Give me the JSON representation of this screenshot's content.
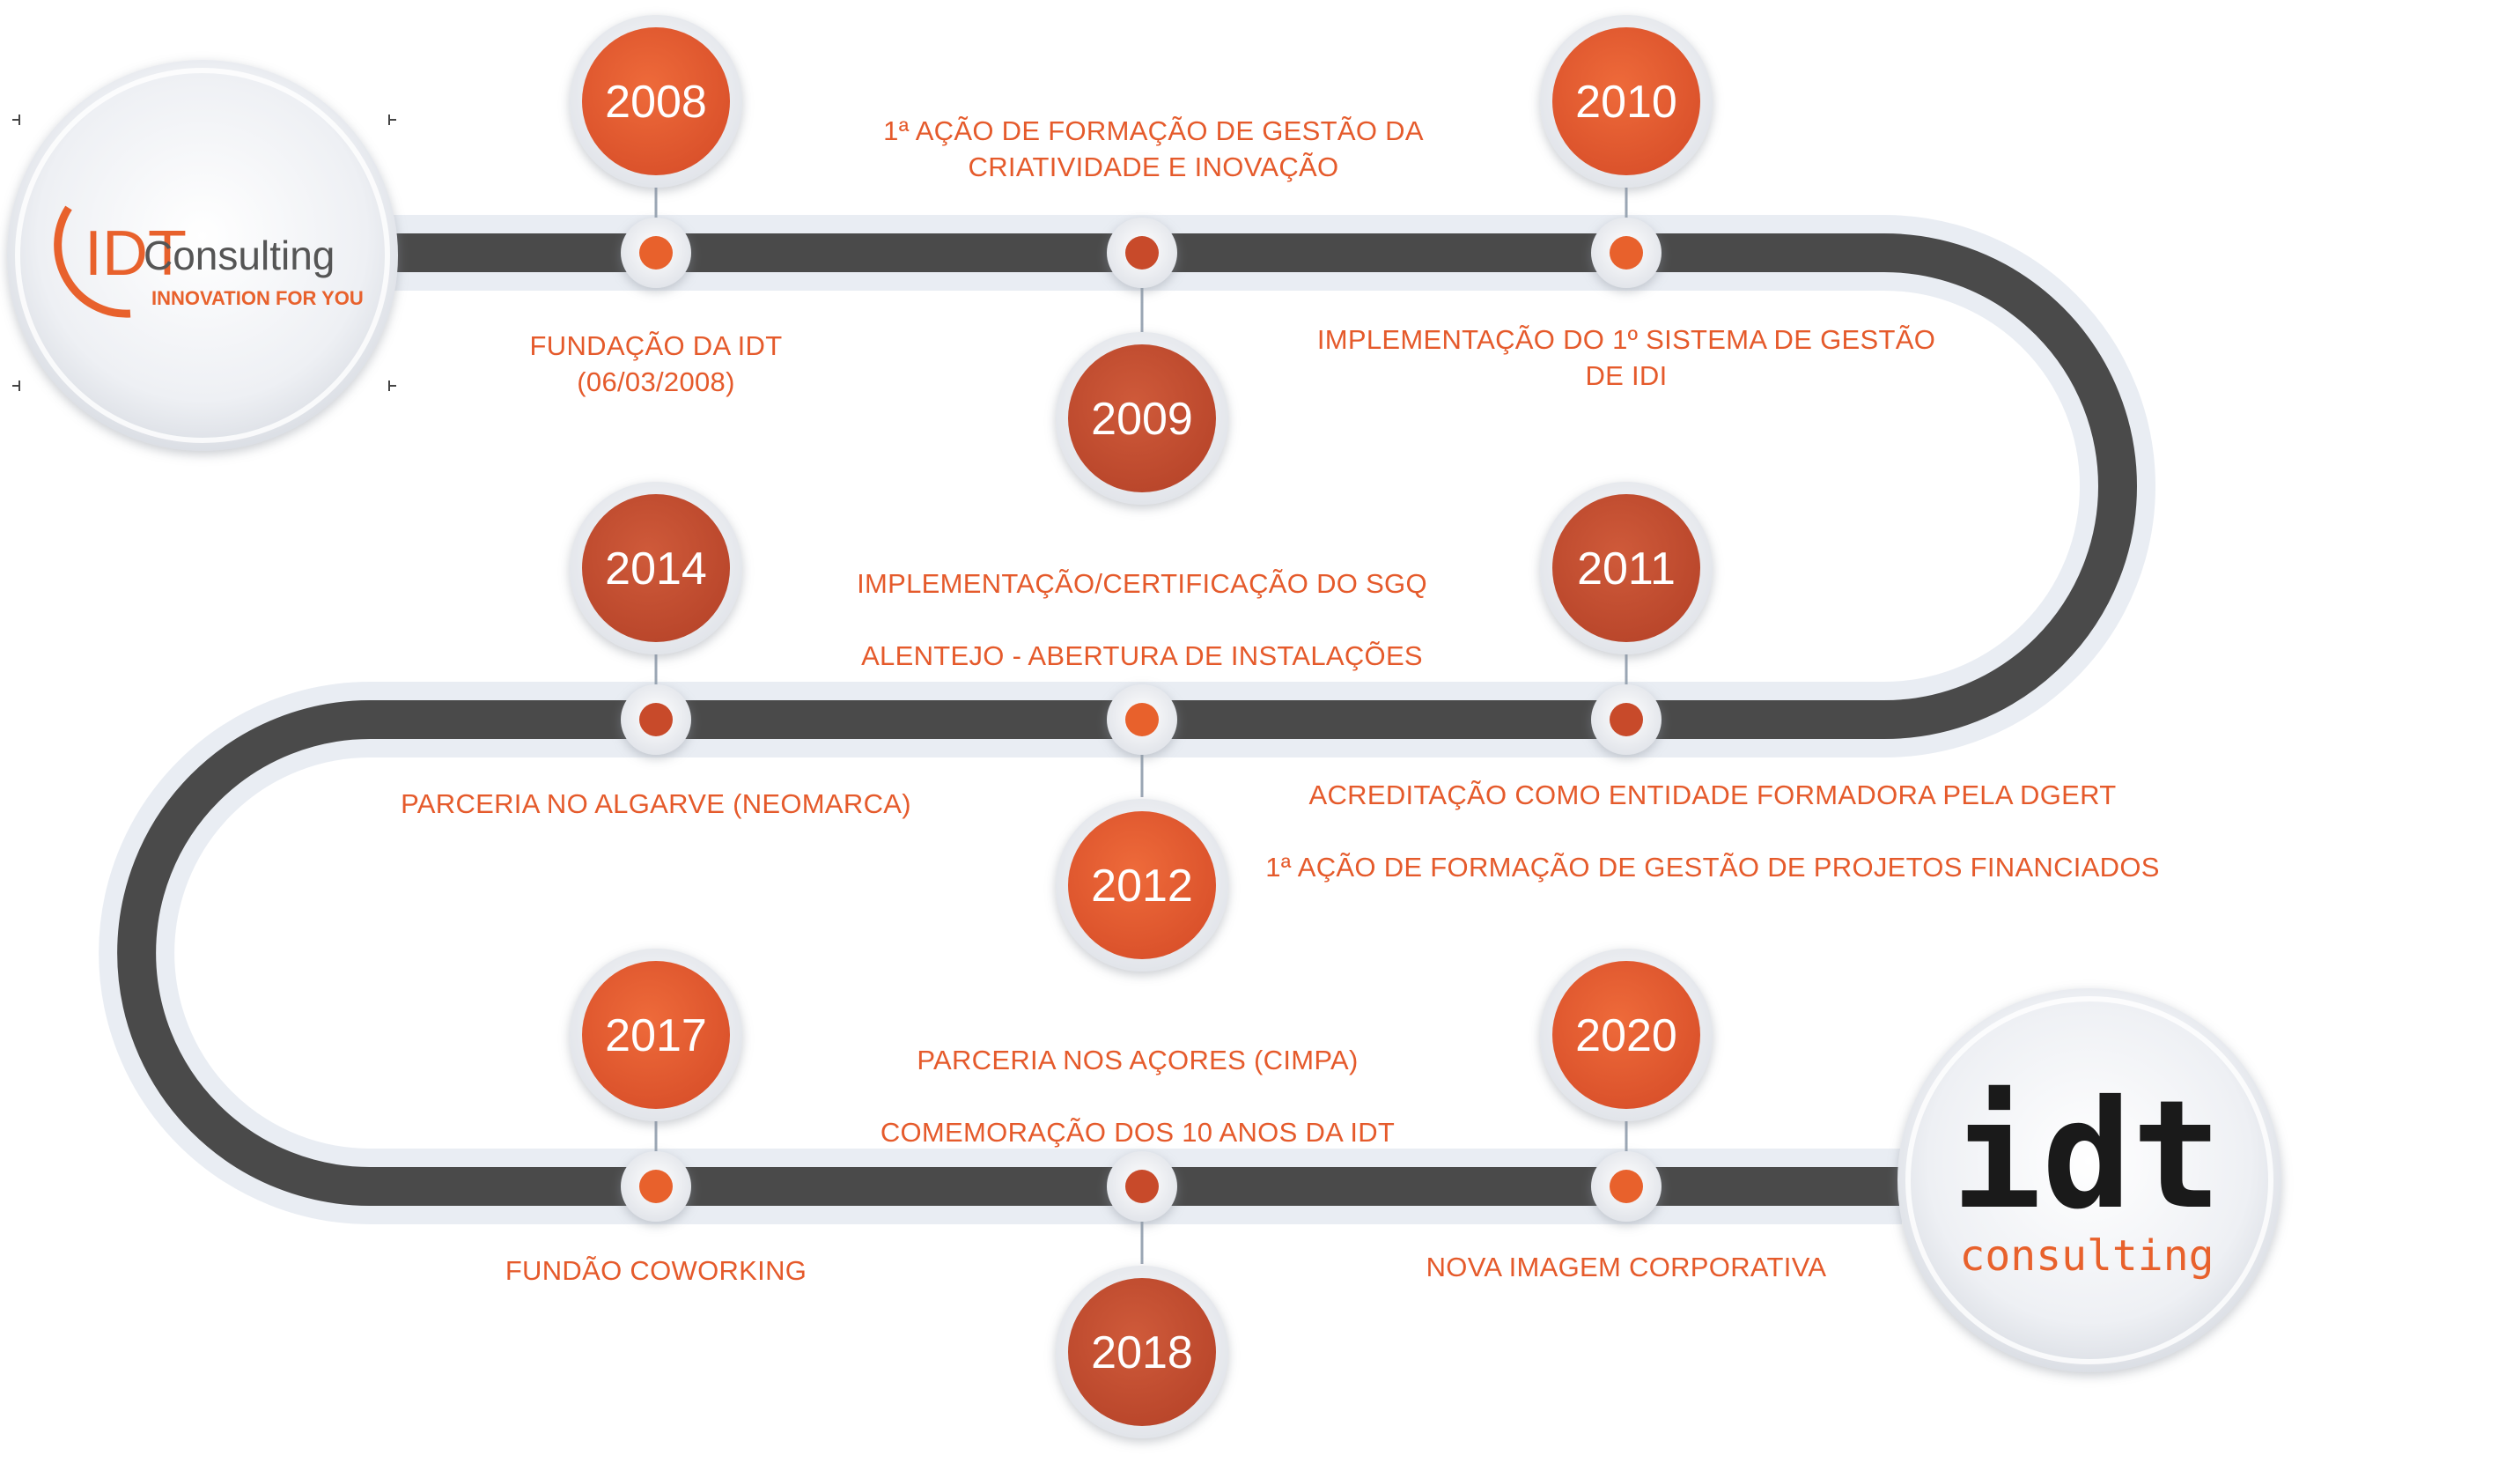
{
  "colors": {
    "accent": "#e8612c",
    "dark_accent": "#c84a2a",
    "road": "#4a4a4a",
    "text": "#e55a2b"
  },
  "logos": {
    "start": {
      "monogram": "IDT",
      "wordmark": "Consulting",
      "tagline": "INNOVATION FOR YOU"
    },
    "end": {
      "main": "idt",
      "sub": "consulting"
    }
  },
  "milestones": [
    {
      "year": "2008",
      "label": [
        "FUNDAÇÃO DA IDT",
        "(06/03/2008)"
      ]
    },
    {
      "year": "2009",
      "label": [
        "1ª AÇÃO DE FORMAÇÃO DE GESTÃO DA",
        "CRIATIVIDADE E INOVAÇÃO"
      ]
    },
    {
      "year": "2010",
      "label": [
        "IMPLEMENTAÇÃO DO 1º SISTEMA DE GESTÃO",
        "DE IDI"
      ]
    },
    {
      "year": "2011",
      "label": [
        "ACREDITAÇÃO COMO ENTIDADE FORMADORA PELA DGERT",
        "",
        "1ª AÇÃO DE FORMAÇÃO DE GESTÃO DE PROJETOS FINANCIADOS"
      ]
    },
    {
      "year": "2012",
      "label": [
        "IMPLEMENTAÇÃO/CERTIFICAÇÃO DO SGQ",
        "",
        "ALENTEJO - ABERTURA DE INSTALAÇÕES"
      ]
    },
    {
      "year": "2014",
      "label": [
        "PARCERIA NO ALGARVE (NEOMARCA)"
      ]
    },
    {
      "year": "2017",
      "label": [
        "FUNDÃO COWORKING"
      ]
    },
    {
      "year": "2018",
      "label": [
        "PARCERIA NOS AÇORES (CIMPA)",
        "",
        "COMEMORAÇÃO DOS 10 ANOS DA IDT"
      ]
    },
    {
      "year": "2020",
      "label": [
        "NOVA IMAGEM CORPORATIVA"
      ]
    }
  ]
}
